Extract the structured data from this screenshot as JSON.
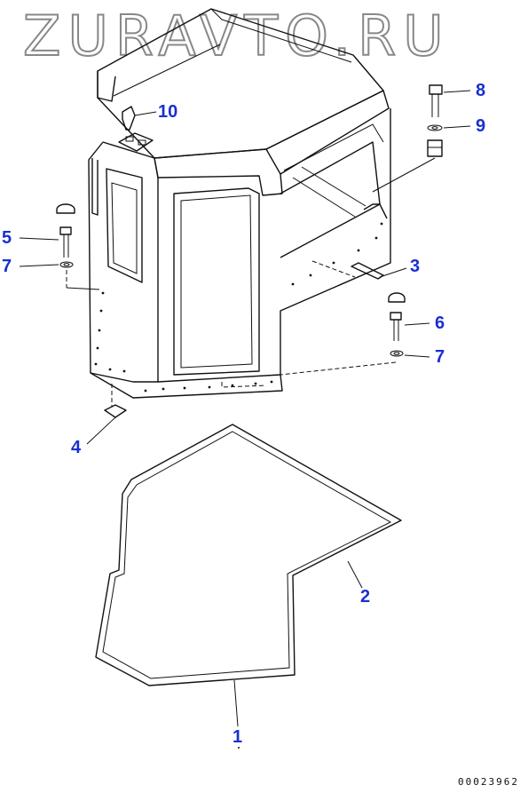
{
  "watermark": "ZURAVTO.RU",
  "document_number": "00023962",
  "colors": {
    "callout": "#1a2fd0",
    "line": "#111111"
  },
  "callouts": [
    {
      "id": "1",
      "label": "1"
    },
    {
      "id": "2",
      "label": "2"
    },
    {
      "id": "3",
      "label": "3"
    },
    {
      "id": "4",
      "label": "4"
    },
    {
      "id": "5",
      "label": "5"
    },
    {
      "id": "6",
      "label": "6"
    },
    {
      "id": "7a",
      "label": "7"
    },
    {
      "id": "7b",
      "label": "7"
    },
    {
      "id": "8",
      "label": "8"
    },
    {
      "id": "9",
      "label": "9"
    },
    {
      "id": "10",
      "label": "10"
    }
  ]
}
